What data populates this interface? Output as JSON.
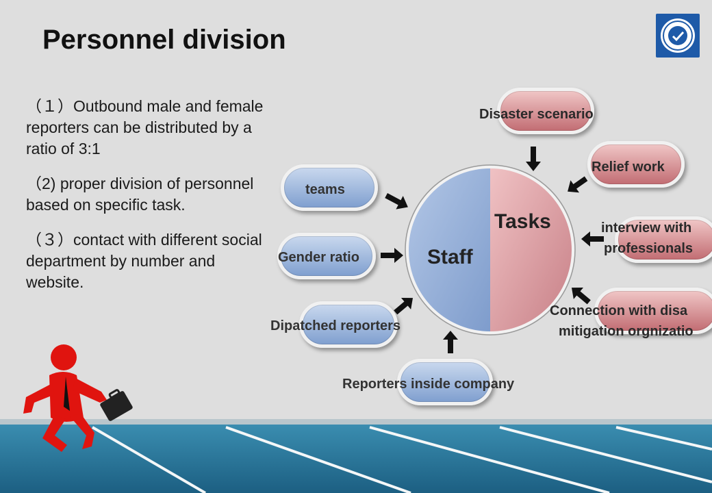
{
  "slide": {
    "title": "Personnel division",
    "points": [
      "（１）Outbound male and female reporters can be distributed by a ratio of 3:1",
      "（2) proper division of personnel based on specific task.",
      "（３）contact with different social department by number and website."
    ]
  },
  "diagram": {
    "center": {
      "left_label": "Staff",
      "right_label": "Tasks"
    },
    "staff_nodes": {
      "teams": "teams",
      "gender_ratio": "Gender ratio",
      "dispatched": "Dipatched reporters",
      "inside": "Reporters inside company"
    },
    "task_nodes": {
      "disaster": "Disaster scenario",
      "relief": "Relief work",
      "interview_line1": "interview with",
      "interview_line2": "professionals",
      "connection_line1": "Connection with disa",
      "connection_line2": "mitigation orgnizatio"
    }
  },
  "colors": {
    "staff_blue": "#8fabd6",
    "tasks_red": "#d99aa0",
    "figure_red": "#e0140f"
  },
  "icons": [
    "school-logo-icon",
    "running-man-icon",
    "briefcase-icon",
    "arrow-icon"
  ]
}
